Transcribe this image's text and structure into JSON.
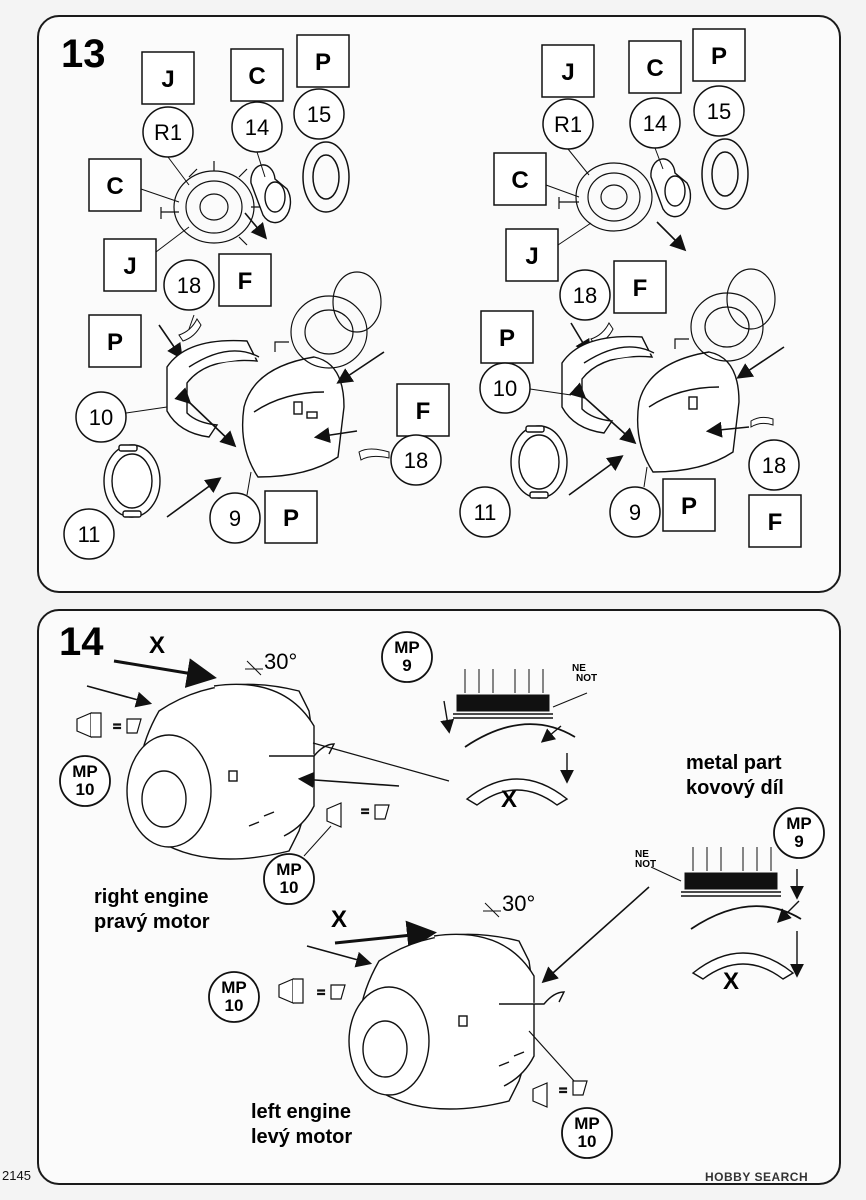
{
  "step13": {
    "number": "13",
    "left": {
      "j1": "J",
      "c1": "C",
      "p1": "P",
      "r1": "R1",
      "n14": "14",
      "n15": "15",
      "c2": "C",
      "j2": "J",
      "n18": "18",
      "f1": "F",
      "p2": "P",
      "n10": "10",
      "n11": "11",
      "n9": "9",
      "p3": "P",
      "f2": "F",
      "n18b": "18"
    },
    "right": {
      "j1": "J",
      "c1": "C",
      "p1": "P",
      "r1": "R1",
      "n14": "14",
      "n15": "15",
      "c2": "C",
      "j2": "J",
      "n18": "18",
      "f1": "F",
      "p2": "P",
      "n10": "10",
      "n11": "11",
      "n9": "9",
      "p3": "P",
      "n18b": "18",
      "f2": "F"
    }
  },
  "step14": {
    "number": "14",
    "x_top": "X",
    "angle_top": "30°",
    "mp9_a": "MP",
    "mp9_b": "9",
    "ne": "NE",
    "not": "NOT",
    "x_arc": "X",
    "mp10_a": "MP",
    "mp10_b": "10",
    "mp10b_a": "MP",
    "mp10b_b": "10",
    "right_engine_en": "right engine",
    "right_engine_cz": "pravý motor",
    "metal_en": "metal part",
    "metal_cz": "kovový díl",
    "mp9b_a": "MP",
    "mp9b_b": "9",
    "ne2": "NE",
    "not2": "NOT",
    "x_arc2": "X",
    "x_mid": "X",
    "angle_mid": "30°",
    "mp10c_a": "MP",
    "mp10c_b": "10",
    "mp10d_a": "MP",
    "mp10d_b": "10",
    "left_engine_en": "left engine",
    "left_engine_cz": "levý motor"
  },
  "footer": {
    "page_code": "2145",
    "watermark": "HOBBY SEARCH"
  }
}
